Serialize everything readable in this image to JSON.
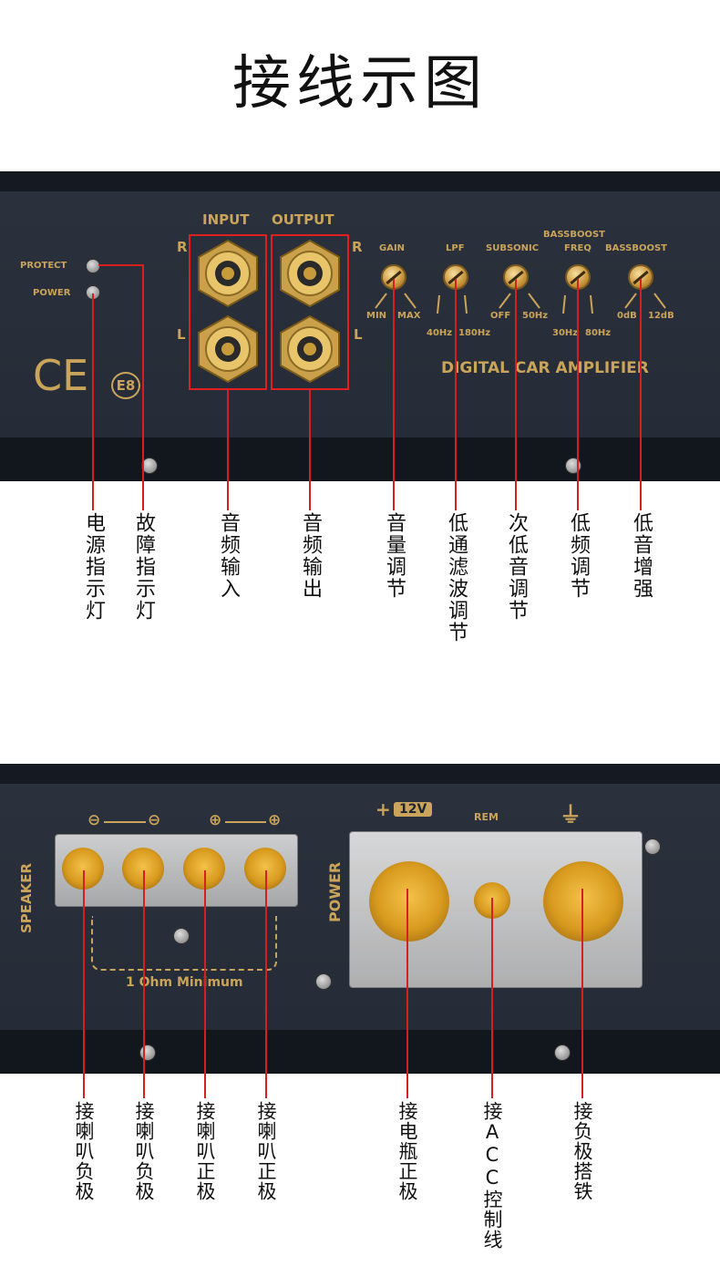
{
  "title": "接线示图",
  "top_panel": {
    "led_labels": [
      "PROTECT",
      "POWER"
    ],
    "input_label": "INPUT",
    "output_label": "OUTPUT",
    "channel_r": "R",
    "channel_l": "L",
    "ce_mark": "CE",
    "e_mark": "E8",
    "brand_text": "DIGITAL CAR AMPLIFIER",
    "controls": [
      {
        "name": "GAIN",
        "min": "MIN",
        "max": "MAX"
      },
      {
        "name": "LPF",
        "min": "40Hz",
        "max": "180Hz"
      },
      {
        "name": "SUBSONIC",
        "min": "OFF",
        "max": "50Hz"
      },
      {
        "name": "FREQ",
        "top": "BASSBOOST",
        "min": "30Hz",
        "max": "80Hz"
      },
      {
        "name": "BASSBOOST",
        "min": "0dB",
        "max": "12dB"
      }
    ]
  },
  "top_callouts": [
    "电源指示灯",
    "故障指示灯",
    "音频输入",
    "音频输出",
    "音量调节",
    "低通滤波调节",
    "次低音调节",
    "低频调节",
    "低音增强"
  ],
  "bottom_panel": {
    "speaker_label": "SPEAKER",
    "minus": "⊖",
    "plus": "⊕",
    "min_ohm": "1 Ohm Minimum",
    "power_label": "POWER",
    "battery_badge": "12V",
    "plus_sign": "+",
    "rem_label": "REM",
    "ground_symbol": "⏚"
  },
  "bottom_callouts": [
    "接喇叭负极",
    "接喇叭负极",
    "接喇叭正极",
    "接喇叭正极",
    "接电瓶正极",
    "接ACC控制线",
    "接负极搭铁"
  ]
}
